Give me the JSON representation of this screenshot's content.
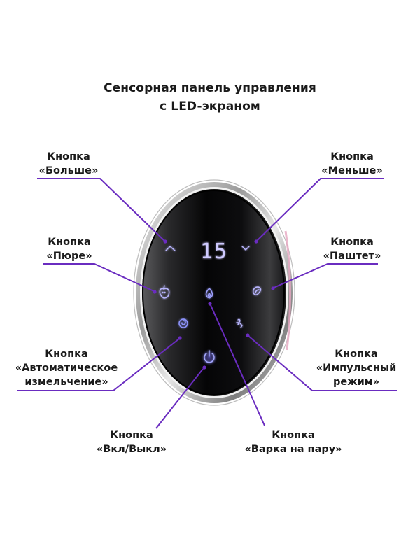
{
  "title": {
    "line1": "Сенсорная панель управления",
    "line2": "с LED-экраном"
  },
  "display": {
    "value": "15"
  },
  "callouts": [
    {
      "id": "more",
      "line1": "Кнопка",
      "line2": "«Больше»",
      "icon": "chevron-up-icon"
    },
    {
      "id": "less",
      "line1": "Кнопка",
      "line2": "«Меньше»",
      "icon": "chevron-down-icon"
    },
    {
      "id": "puree",
      "line1": "Кнопка",
      "line2": "«Пюре»",
      "icon": "apple-icon"
    },
    {
      "id": "pate",
      "line1": "Кнопка",
      "line2": "«Паштет»",
      "icon": "meat-icon"
    },
    {
      "id": "auto",
      "line1": "Кнопка",
      "line2": "«Автоматическое",
      "line3": "измельчение»",
      "icon": "swirl-icon"
    },
    {
      "id": "pulse",
      "line1": "Кнопка",
      "line2": "«Импульсный",
      "line3": "режим»",
      "icon": "pulse-icon"
    },
    {
      "id": "power",
      "line1": "Кнопка",
      "line2": "«Вкл/Выкл»",
      "icon": "power-icon"
    },
    {
      "id": "steam",
      "line1": "Кнопка",
      "line2": "«Варка на пару»",
      "icon": "flame-icon"
    }
  ],
  "colors": {
    "accent": "#6a2cc0",
    "led": "#b9b6ff",
    "panel": "#0c0c0e"
  }
}
